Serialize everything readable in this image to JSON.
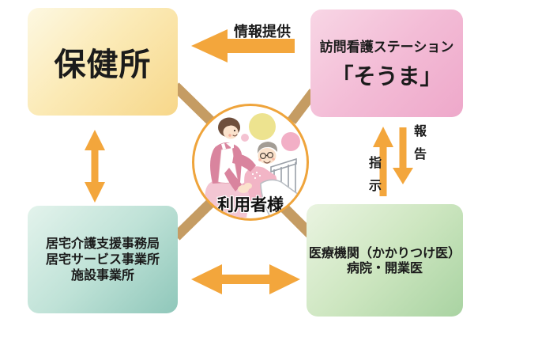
{
  "boxes": {
    "hokenjo": {
      "label": "保健所"
    },
    "station": {
      "line1": "訪問看護ステーション",
      "line2": "「そうま」"
    },
    "kyotaku": {
      "lines": [
        "居宅介護支援事務局",
        "居宅サービス事業所",
        "施設事業所"
      ]
    },
    "iryo": {
      "lines": [
        "医療機関（かかりつけ医）",
        "病院・開業医"
      ]
    }
  },
  "center": {
    "label": "利用者様",
    "illustration": "caregiver-assisting-elderly-patient-in-bed"
  },
  "arrows": {
    "info": {
      "label": "情報提供",
      "direction": "right-to-left"
    },
    "instruction": {
      "label": "指示",
      "direction": "up"
    },
    "report": {
      "label": "報告",
      "direction": "down"
    },
    "left_vertical": {
      "direction": "bidirectional"
    },
    "bottom_horizontal": {
      "direction": "bidirectional"
    }
  },
  "colors": {
    "arrow": "#f3a63c",
    "connector": "#c59c63",
    "circle_border": "#efa43b",
    "hokenjo_gradient": [
      "#fdf8e2",
      "#f7d78a"
    ],
    "station_gradient": [
      "#f8d6e5",
      "#eea8ca"
    ],
    "kyotaku_gradient": [
      "#e3f3ec",
      "#8fc7ba"
    ],
    "iryo_gradient": [
      "#eaf4e1",
      "#a9d3a2"
    ]
  }
}
